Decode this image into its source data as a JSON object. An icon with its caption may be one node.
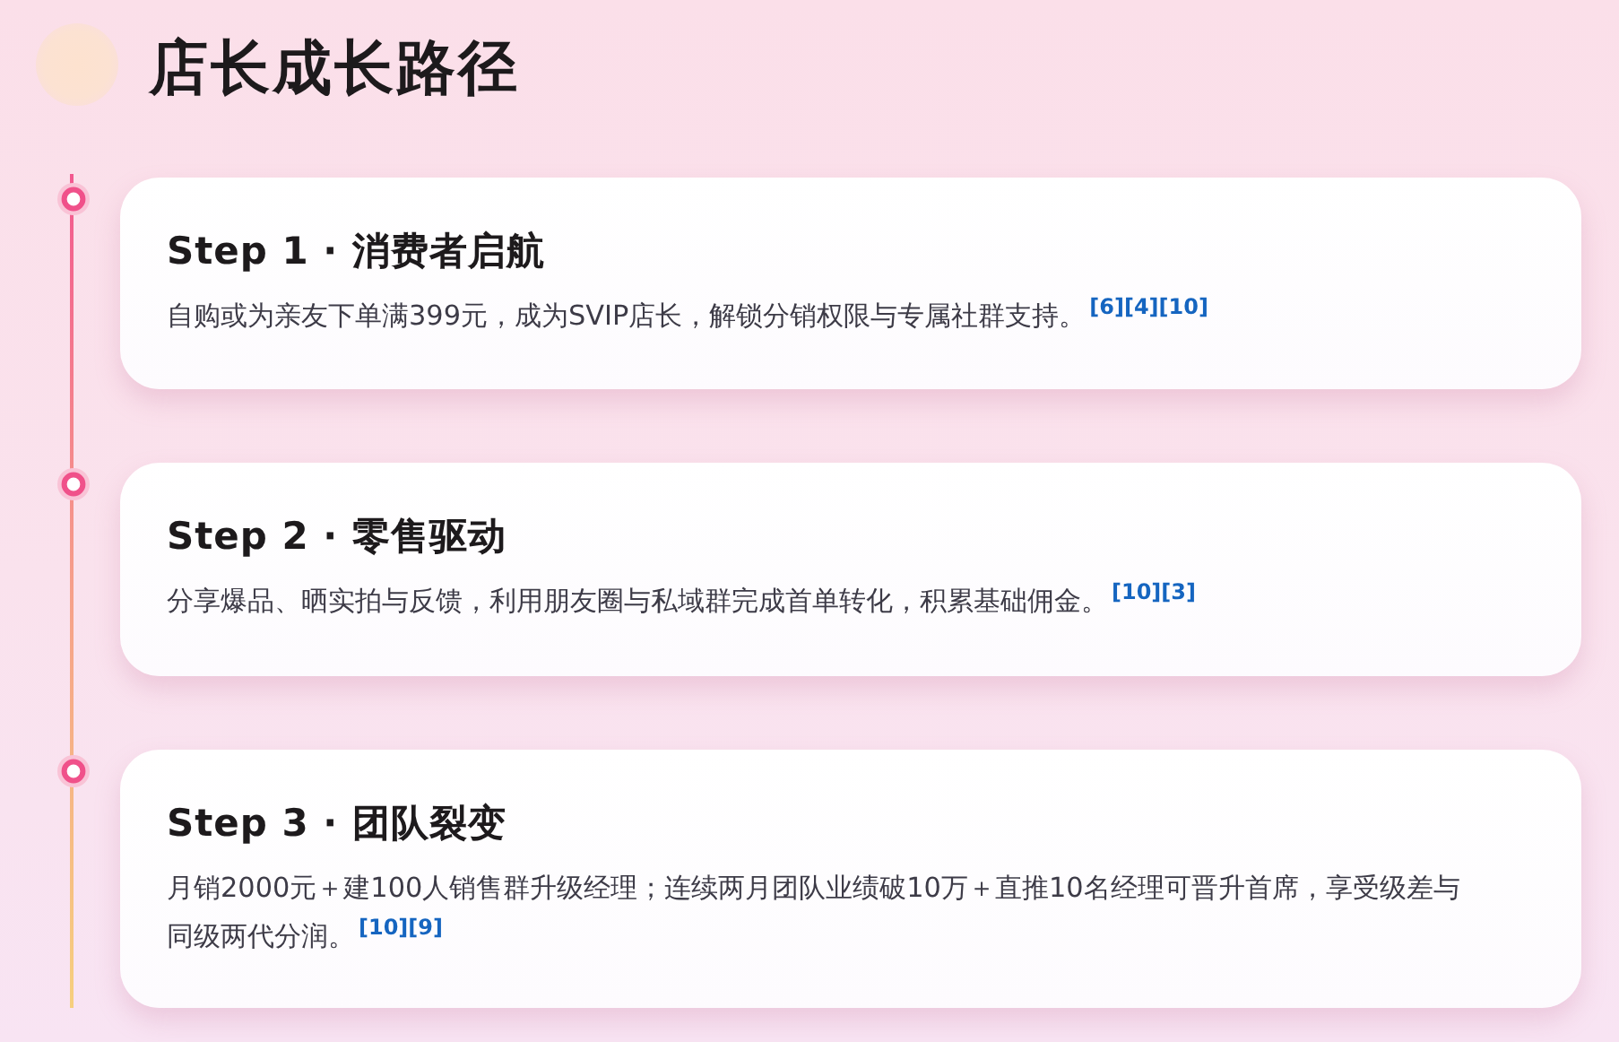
{
  "diagram": {
    "title": "店长成长路径",
    "nodes": [
      {
        "text": [
          "Step 1 · 消费者启航",
          "自购或为亲友下单满399元，成为SVIP店长，解锁分销权限与专属社群支持。$^{[6][4][10]}$"
        ]
      },
      {
        "text": [
          "Step 2 · 零售驱动",
          "分享爆品、晒实拍与反馈，利用朋友圈与私域群完成首单转化，积累基础佣金。$^{[10][3]}$"
        ]
      },
      {
        "text": [
          "Step 3 · 团队裂变",
          "月销2000元＋建100人销售群升级经理；连续两月团队业绩破10万＋直推10名经理可晋升首席，享受级差与同级两代分润。$^{[10][9]}$"
        ]
      }
    ]
  }
}
